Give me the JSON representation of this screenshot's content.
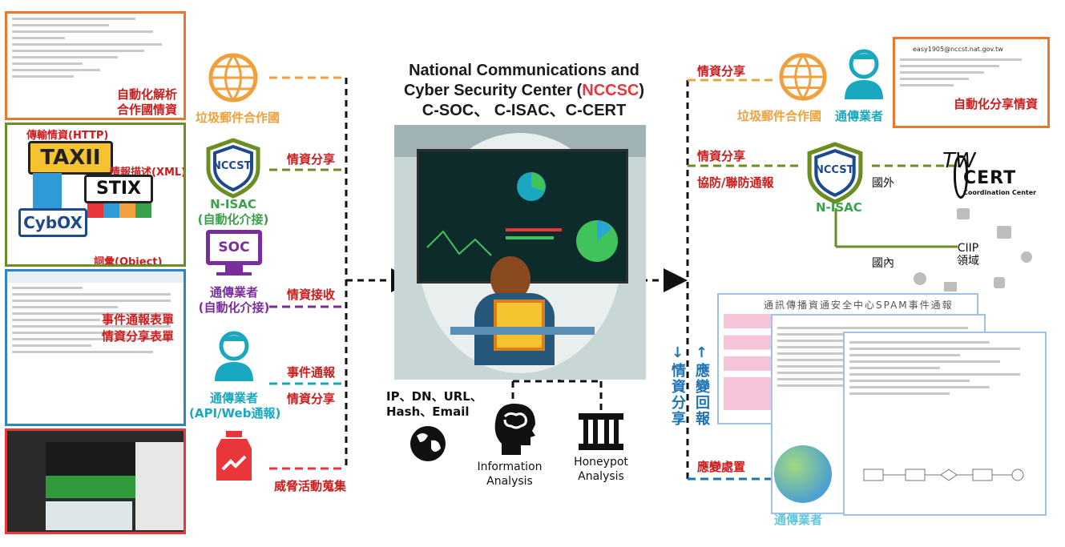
{
  "center": {
    "title_line1": "National Communications and",
    "title_line2a": "Cyber Security Center (",
    "title_acronym": "NCCSC",
    "title_line2b": ")",
    "title_line3": "C-SOC、 C-ISAC、C-CERT"
  },
  "left_panels": {
    "email": {
      "caption1": "自動化解析",
      "caption2": "合作國情資"
    },
    "taxii": {
      "transport": "傳輸情資(HTTP)",
      "describe": "情報描述(XML)",
      "taxii_logo": "TAXII",
      "stix_logo": "STIX",
      "cybox_logo": "CybOX",
      "vocab": "詞彙(Object)"
    },
    "form": {
      "caption1": "事件通報表單",
      "caption2": "情資分享表單"
    }
  },
  "left_sources": {
    "spam_partner": "垃圾郵件合作國",
    "nisac_line1": "N-ISAC",
    "nisac_line2": "(自動化介接)",
    "nccst_badge": "NCCST",
    "soc_badge": "SOC",
    "soc_line1": "通傳業者",
    "soc_line2": "(自動化介接)",
    "telecom_line1": "通傳業者",
    "telecom_line2": "(API/Web通報)"
  },
  "left_arrows": {
    "share1": "情資分享",
    "receive": "情資接收",
    "report": "事件通報",
    "share2": "情資分享",
    "threat": "威脅活動蒐集"
  },
  "bottom": {
    "ioc_line1": "IP、DN、URL、",
    "ioc_line2": "Hash、Email",
    "info_line1": "Information",
    "info_line2": "Analysis",
    "honey_line1": "Honeypot",
    "honey_line2": "Analysis"
  },
  "right": {
    "share_top": "情資分享",
    "spam_partner": "垃圾郵件合作國",
    "telecom": "通傳業者",
    "auto_share": "自動化分享情資",
    "email_address": "easy1905@nccst.nat.gov.tw",
    "share_mid": "情資分享",
    "defense": "協防/聯防通報",
    "nisac": "N-ISAC",
    "nccst_badge": "NCCST",
    "foreign": "國外",
    "domestic": "國內",
    "ciip_line1": "CIIP",
    "ciip_line2": "領域",
    "twcert_logo": "TW",
    "twcert_cert": "CERT",
    "twcert_sub": "Coordination Center",
    "vert_share": "↓情資分享",
    "vert_response": "↑應變回報",
    "response": "應變處置",
    "spam_report_title": "通訊傳播資通安全中心SPAM事件通報",
    "telecom_bottom": "通傳業者"
  },
  "colors": {
    "orange": "#f0a03c",
    "green": "#6b8e23",
    "purple": "#7a2e9c",
    "teal": "#1aa7c0",
    "red": "#e8363b",
    "blue": "#1f73b7",
    "navy": "#1d4a8c"
  }
}
